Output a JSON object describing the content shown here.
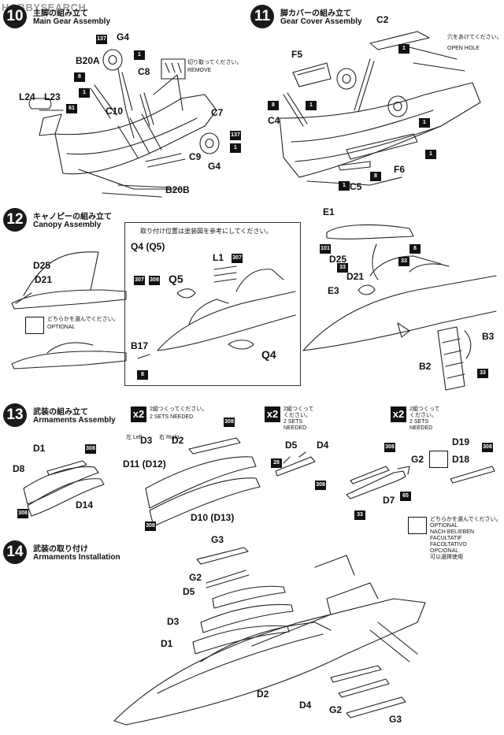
{
  "watermark": "HOBBYSEARCH",
  "steps": [
    {
      "number": "10",
      "jp": "主脚の組み立て",
      "en": "Main Gear Assembly"
    },
    {
      "number": "11",
      "jp": "脚カバーの組み立て",
      "en": "Gear Cover Assembly"
    },
    {
      "number": "12",
      "jp": "キャノピーの組み立て",
      "en": "Canopy Assembly"
    },
    {
      "number": "13",
      "jp": "武装の組み立て",
      "en": "Armaments Assembly"
    },
    {
      "number": "14",
      "jp": "武装の取り付け",
      "en": "Armaments Installation"
    }
  ],
  "notes": {
    "remove_jp": "切り取ってください。",
    "remove_en": "REMOVE",
    "open_hole_jp": "穴をあけてください。",
    "open_hole_en": "OPEN HOLE",
    "inset_caption": "取り付け位置は塗装図を参考にしてください。",
    "optional_jp": "どちらかを選んでください。",
    "optional_en": "OPTIONAL",
    "two_sets_jp": "2組つくってください。",
    "two_sets_en": "2 SETS NEEDED",
    "two_sets_jp_b": "2組つくって",
    "two_sets_jp_c": "ください。",
    "two_sets_en_a": "2 SETS",
    "two_sets_en_b": "NEEDED",
    "x2": "x2",
    "optional_multi": [
      "OPTIONAL",
      "NACH BELIEBEN",
      "FACULTATIF",
      "FACOLTATIVO",
      "OPCIONAL",
      "可以選擇使用"
    ],
    "left": "左 Left",
    "right": "右 Right"
  },
  "labels": {
    "step10": [
      "G4",
      "B20A",
      "C8",
      "L24",
      "L23",
      "C10",
      "C7",
      "C9",
      "G4",
      "B20B"
    ],
    "step11": [
      "C2",
      "F5",
      "C4",
      "C5",
      "F6"
    ],
    "step12": [
      "E1",
      "D25",
      "D21",
      "Q4 (Q5)",
      "L1",
      "Q5",
      "B17",
      "Q4",
      "D25",
      "D21",
      "E3",
      "B3",
      "B2"
    ],
    "step13": [
      "D1",
      "D8",
      "D14",
      "D3",
      "D2",
      "D11 (D12)",
      "D10 (D13)",
      "D5",
      "D4",
      "D19",
      "D18",
      "G2",
      "D7"
    ],
    "step14": [
      "G3",
      "G2",
      "D5",
      "D3",
      "D1",
      "D2",
      "D4",
      "G2",
      "G3"
    ]
  },
  "tags": {
    "step10": [
      "137",
      "1",
      "8",
      "1",
      "61",
      "137",
      "1"
    ],
    "step11": [
      "1",
      "8",
      "1",
      "1",
      "1",
      "8",
      "1"
    ],
    "step12": [
      "307",
      "307",
      "308",
      "8",
      "101",
      "8",
      "33",
      "33",
      "33"
    ],
    "step13": [
      "308",
      "308",
      "308",
      "308",
      "28",
      "308",
      "308",
      "308",
      "65",
      "33"
    ]
  }
}
